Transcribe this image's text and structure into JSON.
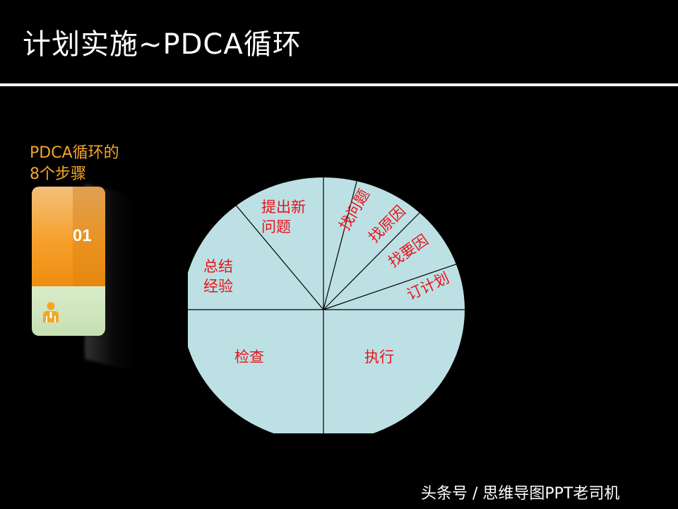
{
  "slide": {
    "title": "计划实施~PDCA循环",
    "side_label_line1": "PDCA循环的",
    "side_label_line2": "8个步骤",
    "step_number": "01",
    "step_icon": "person-icon"
  },
  "cycle": {
    "segments": [
      {
        "label_lines": [
          "提出新",
          "问题"
        ]
      },
      {
        "label_lines": [
          "找问题"
        ]
      },
      {
        "label_lines": [
          "找原因"
        ]
      },
      {
        "label_lines": [
          "找要因"
        ]
      },
      {
        "label_lines": [
          "订计划"
        ]
      },
      {
        "label_lines": [
          "执行"
        ]
      },
      {
        "label_lines": [
          "检查"
        ]
      },
      {
        "label_lines": [
          "总结",
          "经验"
        ]
      }
    ],
    "fill_color": "#bde0e4",
    "line_color": "#000000",
    "text_color": "#e8141c"
  },
  "watermark": "头条号 / 思维导图PPT老司机"
}
